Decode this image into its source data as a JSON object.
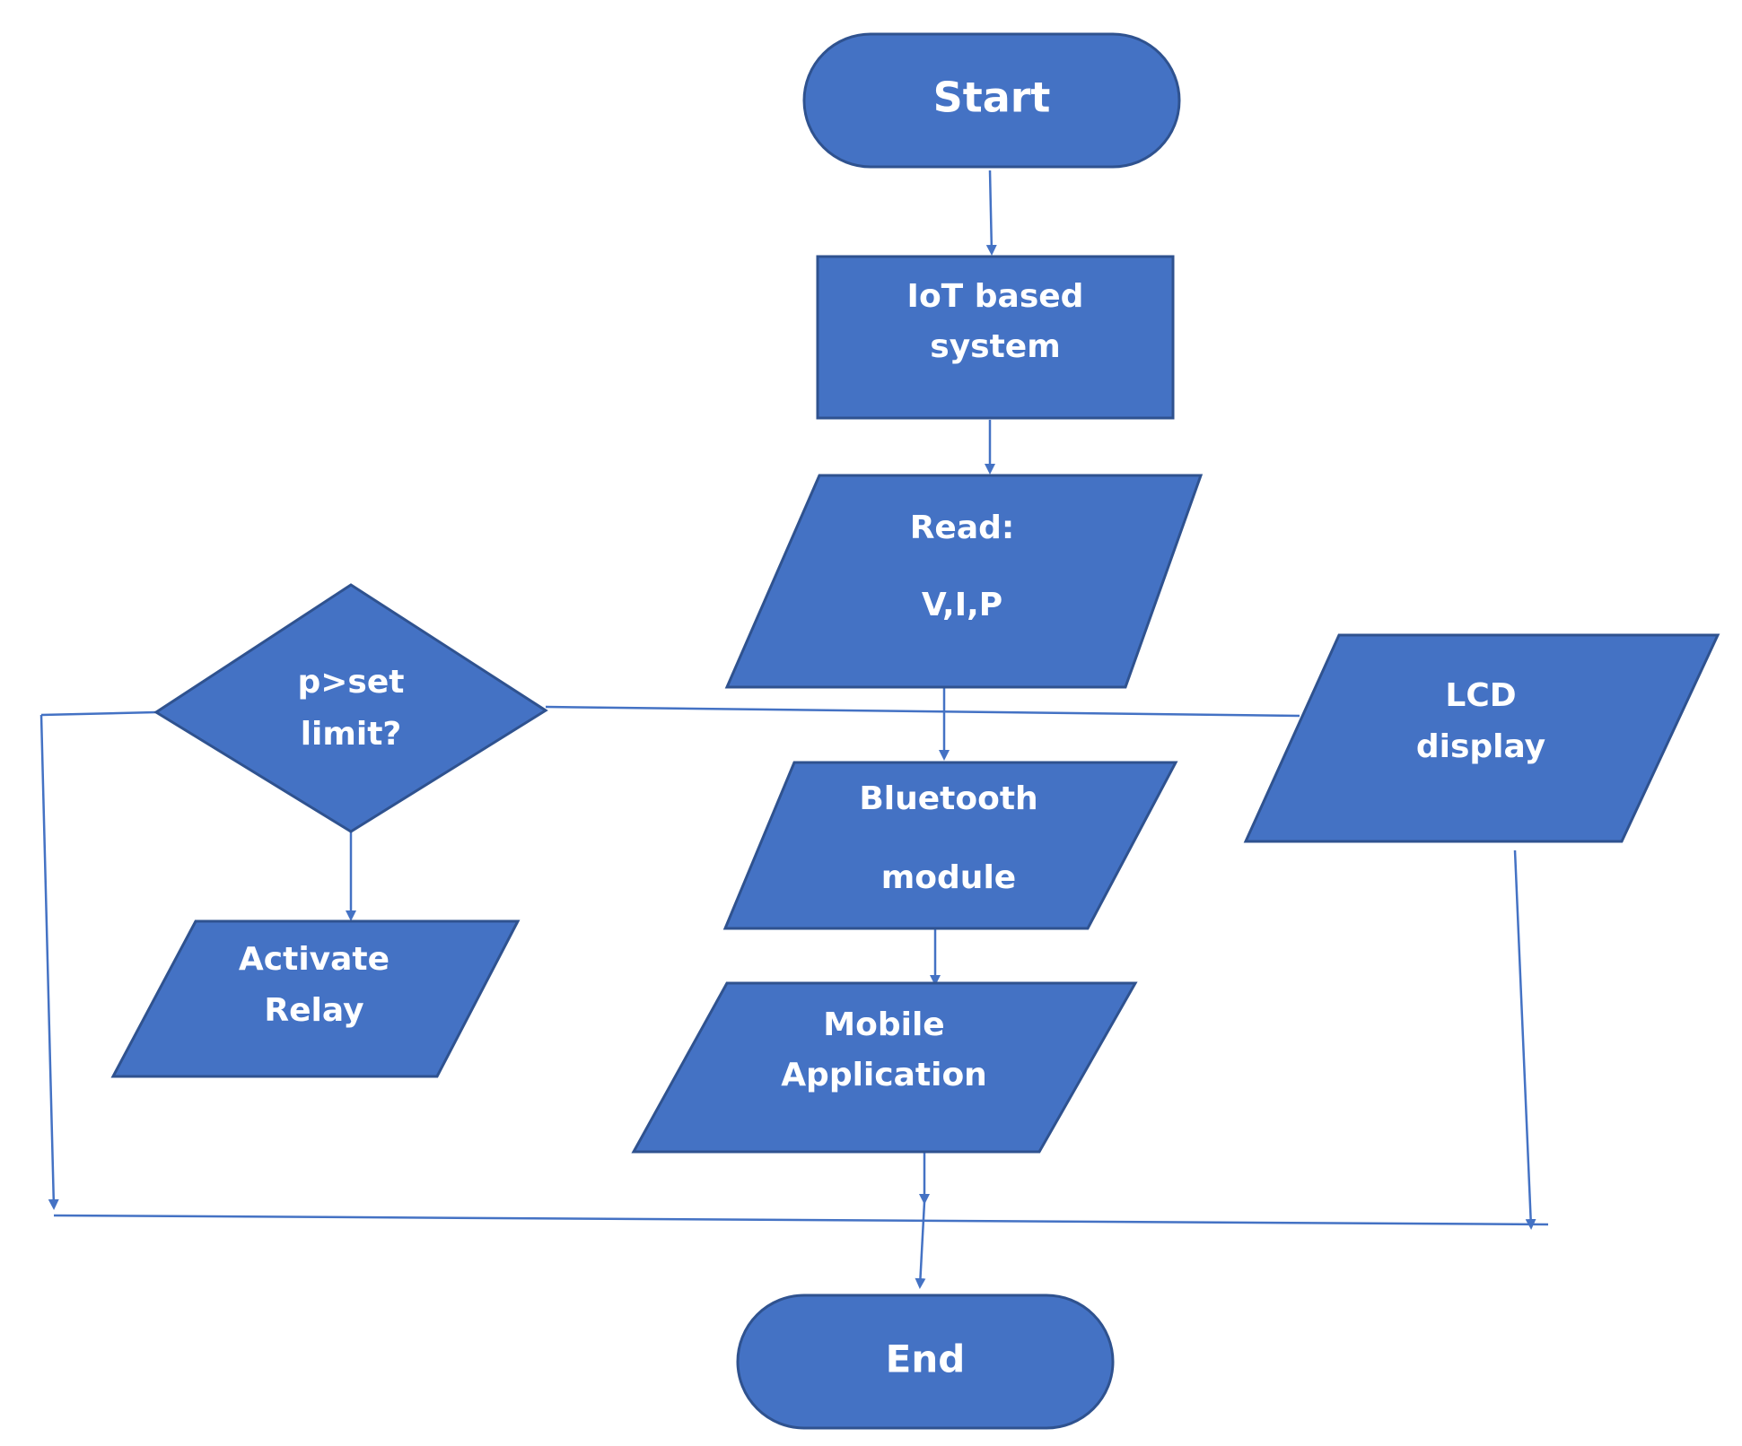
{
  "colors": {
    "node_fill": "#4472C4",
    "node_stroke": "#2F528F",
    "connector": "#4472C4",
    "text": "#FFFFFF",
    "background": "#FFFFFF"
  },
  "nodes": {
    "start": {
      "label": "Start",
      "shape": "terminator"
    },
    "iot_system": {
      "lines": [
        "IoT based",
        "system"
      ],
      "shape": "process"
    },
    "read": {
      "lines": [
        "Read:",
        "V,I,P"
      ],
      "shape": "input-output"
    },
    "decision": {
      "lines": [
        "p>set",
        "limit?"
      ],
      "shape": "decision"
    },
    "lcd": {
      "lines": [
        "LCD",
        "display"
      ],
      "shape": "input-output"
    },
    "bluetooth": {
      "lines": [
        "Bluetooth",
        "module"
      ],
      "shape": "input-output"
    },
    "relay": {
      "lines": [
        "Activate",
        "Relay"
      ],
      "shape": "input-output"
    },
    "mobile": {
      "lines": [
        "Mobile",
        "Application"
      ],
      "shape": "input-output"
    },
    "end": {
      "label": "End",
      "shape": "terminator"
    }
  }
}
